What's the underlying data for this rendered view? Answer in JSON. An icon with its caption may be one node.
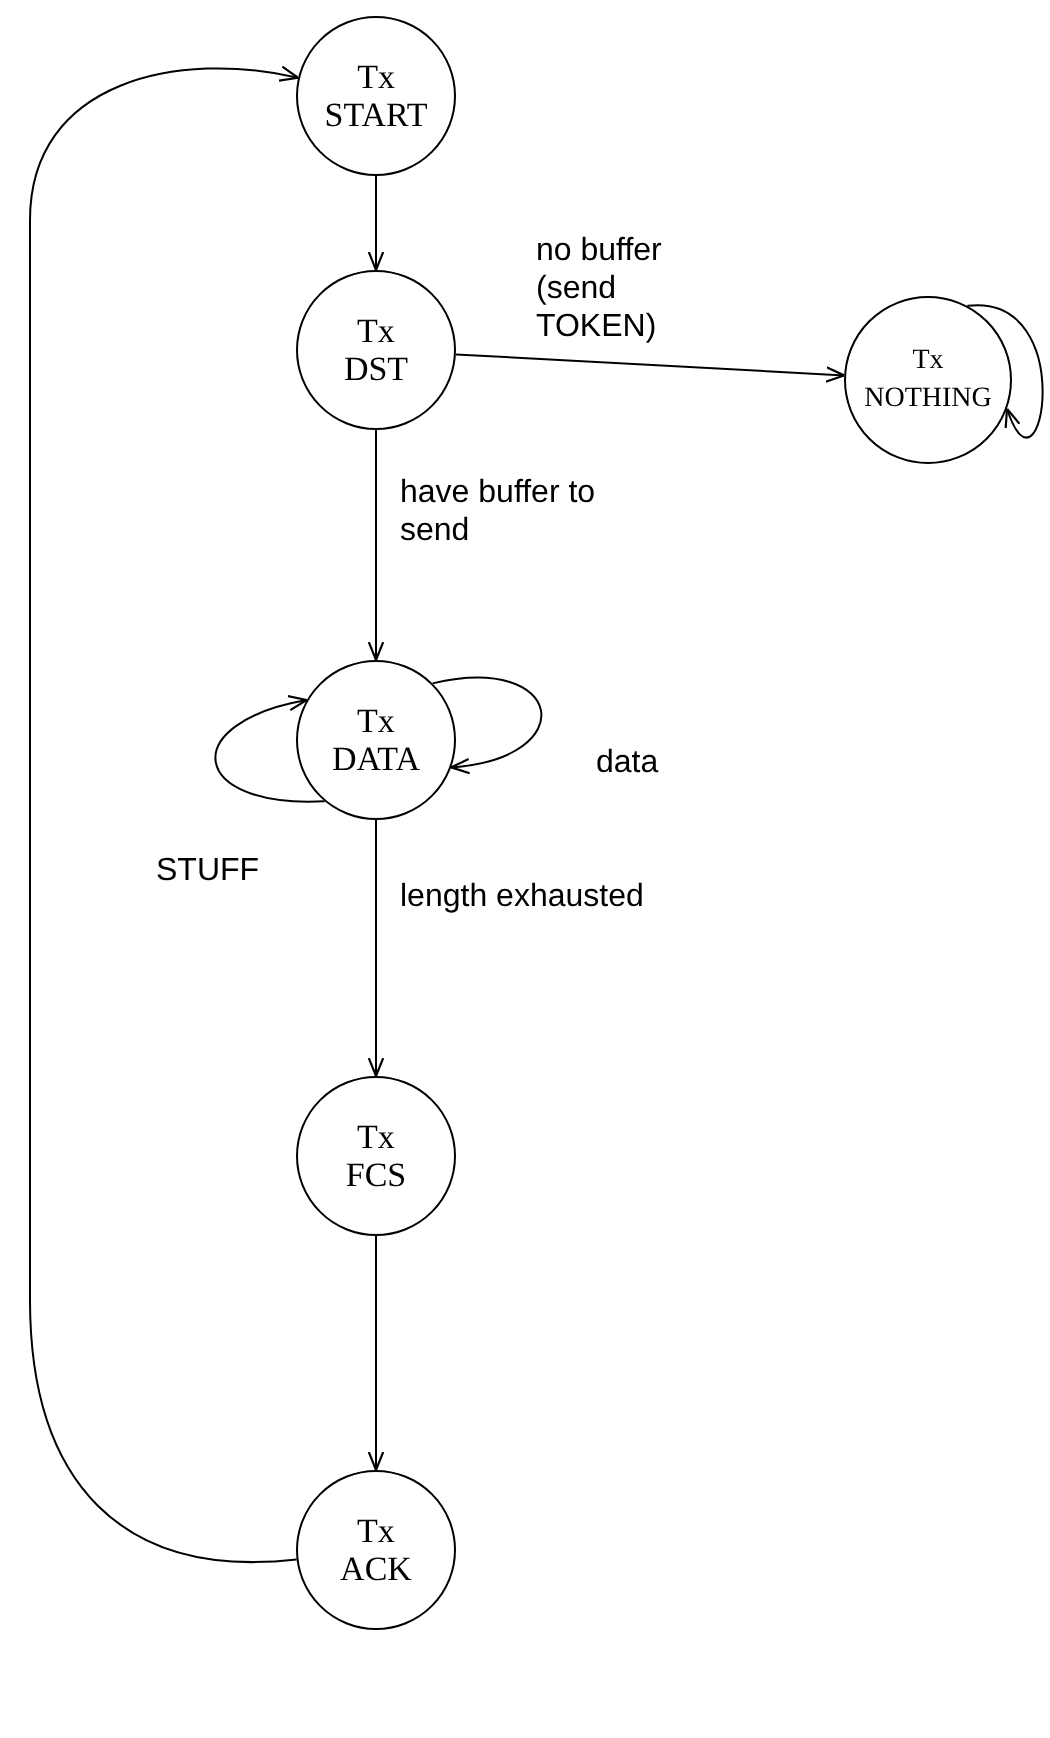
{
  "diagram": {
    "nodes": [
      {
        "text": [
          "Tx START"
        ]
      },
      {
        "text": [
          "Tx DST"
        ]
      },
      {
        "text": [
          "Tx NOTHING"
        ]
      },
      {
        "text": [
          "Tx DATA"
        ]
      },
      {
        "text": [
          "Tx FCS"
        ]
      },
      {
        "text": [
          "Tx ACK"
        ]
      }
    ],
    "edges": [
      {
        "from": 0,
        "to": 1,
        "arrow": "to"
      },
      {
        "from": 1,
        "to": 2,
        "arrow": "to",
        "label": "no buffer (send TOKEN)"
      },
      {
        "from": 2,
        "to": 2,
        "arrow": "to"
      },
      {
        "from": 1,
        "to": 3,
        "arrow": "to",
        "label": "have buffer to send"
      },
      {
        "from": 3,
        "to": 3,
        "arrow": "to",
        "label": "data"
      },
      {
        "from": 3,
        "to": 3,
        "arrow": "to",
        "label": "STUFF"
      },
      {
        "from": 3,
        "to": 4,
        "arrow": "to",
        "label": "length exhausted"
      },
      {
        "from": 4,
        "to": 5,
        "arrow": "to"
      },
      {
        "from": 5,
        "to": 0,
        "arrow": "to"
      }
    ]
  }
}
